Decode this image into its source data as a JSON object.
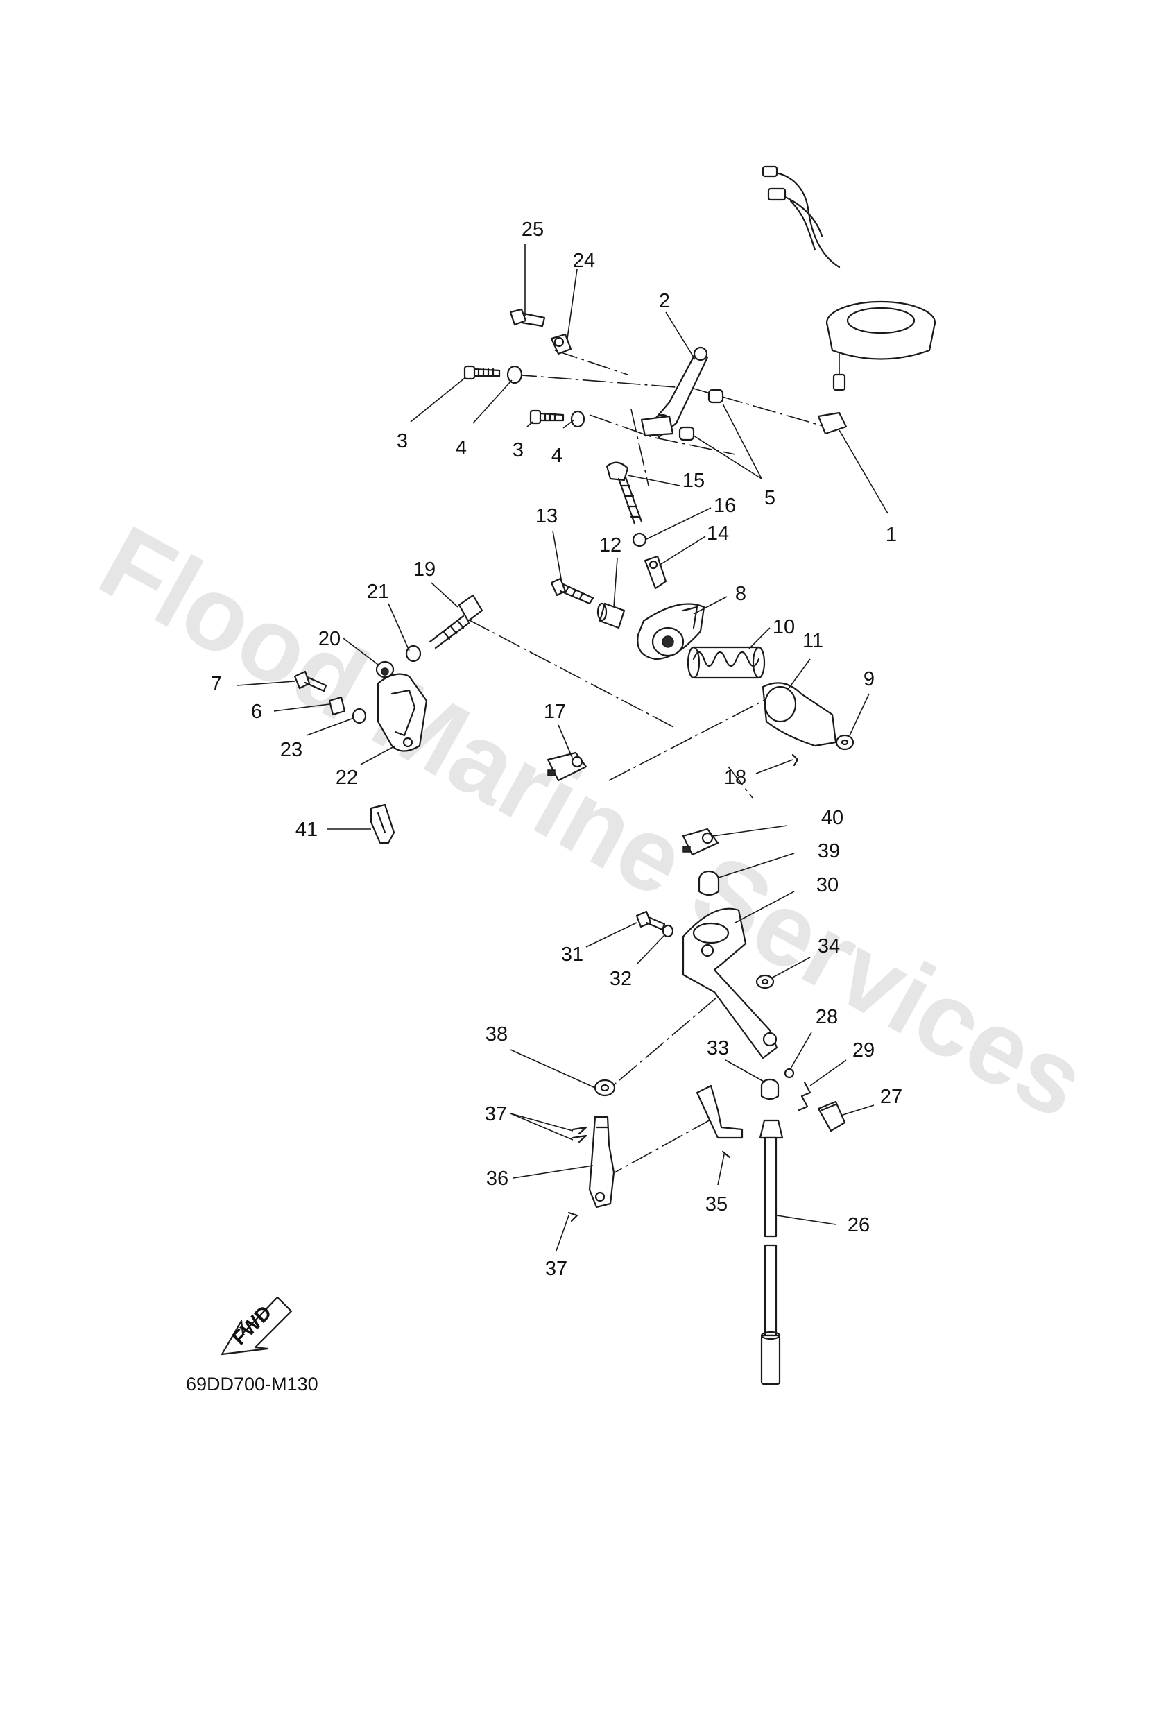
{
  "watermark": {
    "text": "Flood Marine Services",
    "color": "#e6e6e6"
  },
  "diagram_code": "69DD700-M130",
  "fwd_label": "FWD",
  "callouts": {
    "n1": "1",
    "n2": "2",
    "n3a": "3",
    "n3b": "3",
    "n4a": "4",
    "n4b": "4",
    "n5": "5",
    "n6": "6",
    "n7": "7",
    "n8": "8",
    "n9": "9",
    "n10": "10",
    "n11": "11",
    "n12": "12",
    "n13": "13",
    "n14": "14",
    "n15": "15",
    "n16": "16",
    "n17": "17",
    "n18": "18",
    "n19": "19",
    "n20": "20",
    "n21": "21",
    "n22": "22",
    "n23": "23",
    "n24": "24",
    "n25": "25",
    "n26": "26",
    "n27": "27",
    "n28": "28",
    "n29": "29",
    "n30": "30",
    "n31": "31",
    "n32": "32",
    "n33": "33",
    "n34": "34",
    "n35": "35",
    "n36": "36",
    "n37a": "37",
    "n37b": "37",
    "n38": "38",
    "n39": "39",
    "n40": "40",
    "n41": "41"
  },
  "icons": [
    "fwd-arrow-icon"
  ],
  "colors": {
    "ink": "#1a1a1a",
    "paper": "#ffffff"
  }
}
